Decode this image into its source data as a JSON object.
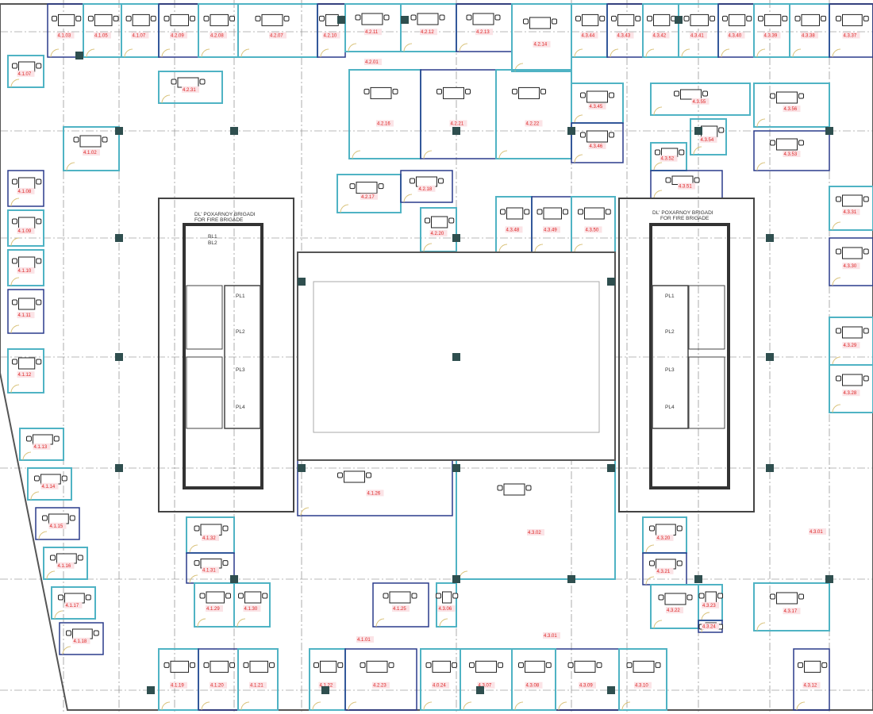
{
  "plan": {
    "fire_brigade_note_left": [
      "DL' POXARNOY BRIGADI",
      "FOR FIRE BRIGADE"
    ],
    "fire_brigade_note_right": [
      "DL' POXARNOY BRIGADI",
      "FOR FIRE BRIGADE"
    ],
    "lift_labels_left": [
      "PL1",
      "PL2",
      "PL3",
      "PL4"
    ],
    "lift_labels_right": [
      "PL1",
      "PL2",
      "PL3",
      "PL4"
    ],
    "service_lift_left": [
      "BL1",
      "BL2"
    ],
    "corridor_labels": [
      "4.2.01",
      "4.1.01",
      "4.3.01",
      "4.3.01"
    ],
    "rooms": [
      "4.1.03",
      "4.1.05",
      "4.1.07",
      "4.2.09",
      "4.2.08",
      "4.2.07",
      "4.2.10",
      "4.2.11",
      "4.2.12",
      "4.2.13",
      "4.2.14",
      "4.3.44",
      "4.3.43",
      "4.3.42",
      "4.3.41",
      "4.3.40",
      "4.3.39",
      "4.3.38",
      "4.3.37",
      "4.2.31",
      "4.2.16",
      "4.2.21",
      "4.2.22",
      "4.3.45",
      "4.3.46",
      "4.3.55",
      "4.3.56",
      "4.3.53",
      "4.3.54",
      "4.3.52",
      "4.3.51",
      "4.1.02",
      "4.1.07",
      "4.1.08",
      "4.1.09",
      "4.1.10",
      "4.1.11",
      "4.1.12",
      "4.2.17",
      "4.2.18",
      "4.2.20",
      "4.3.48",
      "4.3.49",
      "4.3.50",
      "4.3.31",
      "4.3.30",
      "4.3.29",
      "4.3.28",
      "4.1.26",
      "4.3.02",
      "4.1.32",
      "4.1.31",
      "4.1.30",
      "4.1.29",
      "4.1.25",
      "4.3.06",
      "4.3.20",
      "4.3.21",
      "4.3.22",
      "4.3.23",
      "4.3.24",
      "4.3.17",
      "4.1.19",
      "4.1.20",
      "4.1.21",
      "4.1.22",
      "4.2.23",
      "4.0.24",
      "4.3.07",
      "4.3.09",
      "4.3.08",
      "4.3.10",
      "4.3.12",
      "4.1.13",
      "4.1.14",
      "4.1.15",
      "4.1.16",
      "4.1.17",
      "4.1.18"
    ]
  }
}
